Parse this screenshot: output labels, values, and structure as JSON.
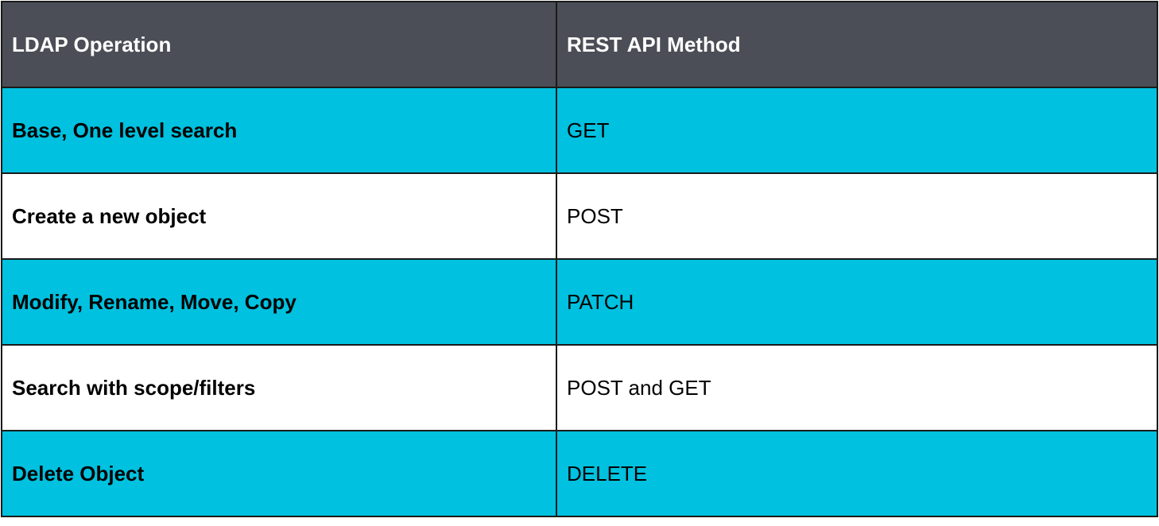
{
  "table": {
    "headers": [
      "LDAP Operation",
      "REST API Method"
    ],
    "rows": [
      [
        "Base, One level search",
        "GET"
      ],
      [
        "Create a new object",
        "POST"
      ],
      [
        "Modify, Rename, Move, Copy",
        "PATCH"
      ],
      [
        "Search with scope/filters",
        "POST and GET"
      ],
      [
        "Delete Object",
        "DELETE"
      ]
    ]
  },
  "colors": {
    "header_bg": "#4b4e56",
    "accent_row": "#00c1df",
    "plain_row": "#ffffff"
  }
}
